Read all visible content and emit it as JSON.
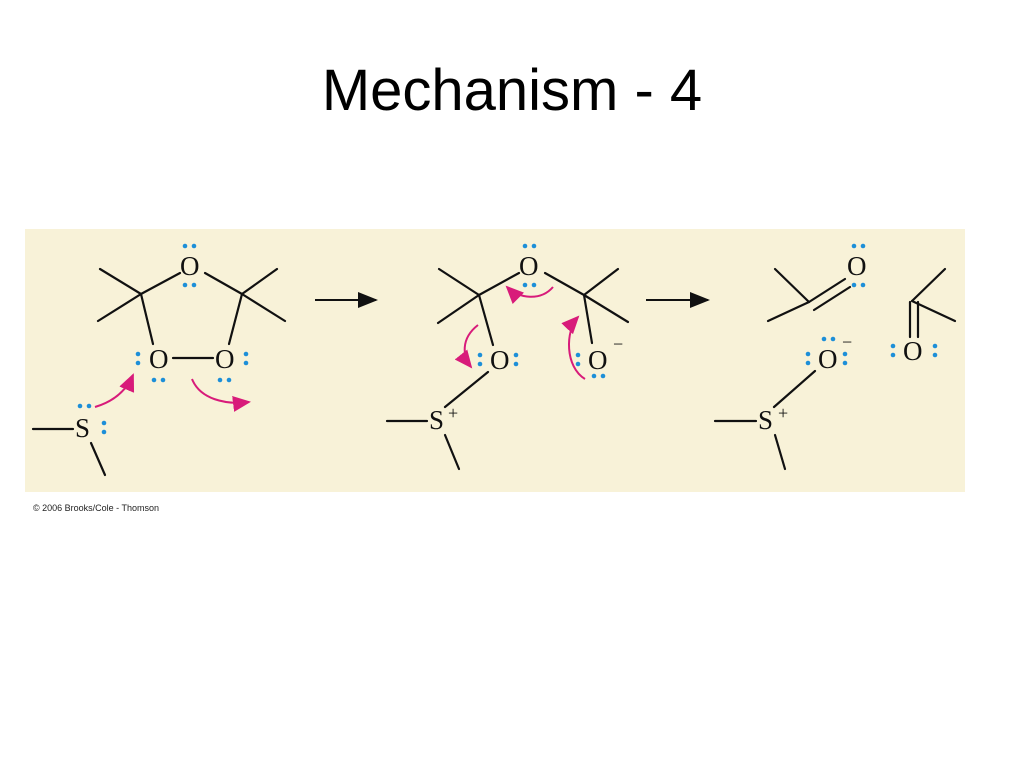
{
  "slide": {
    "title": "Mechanism - 4",
    "credit": "© 2006 Brooks/Cole - Thomson"
  },
  "mechanism": {
    "atoms": {
      "oxygen": "O",
      "sulfur": "S",
      "plus": "+",
      "minus": "−"
    },
    "colors": {
      "panel_background": "#f8f2d8",
      "electron_arrow": "#d81b7a",
      "lone_pair": "#1d8fd8",
      "bond": "#111111"
    }
  }
}
